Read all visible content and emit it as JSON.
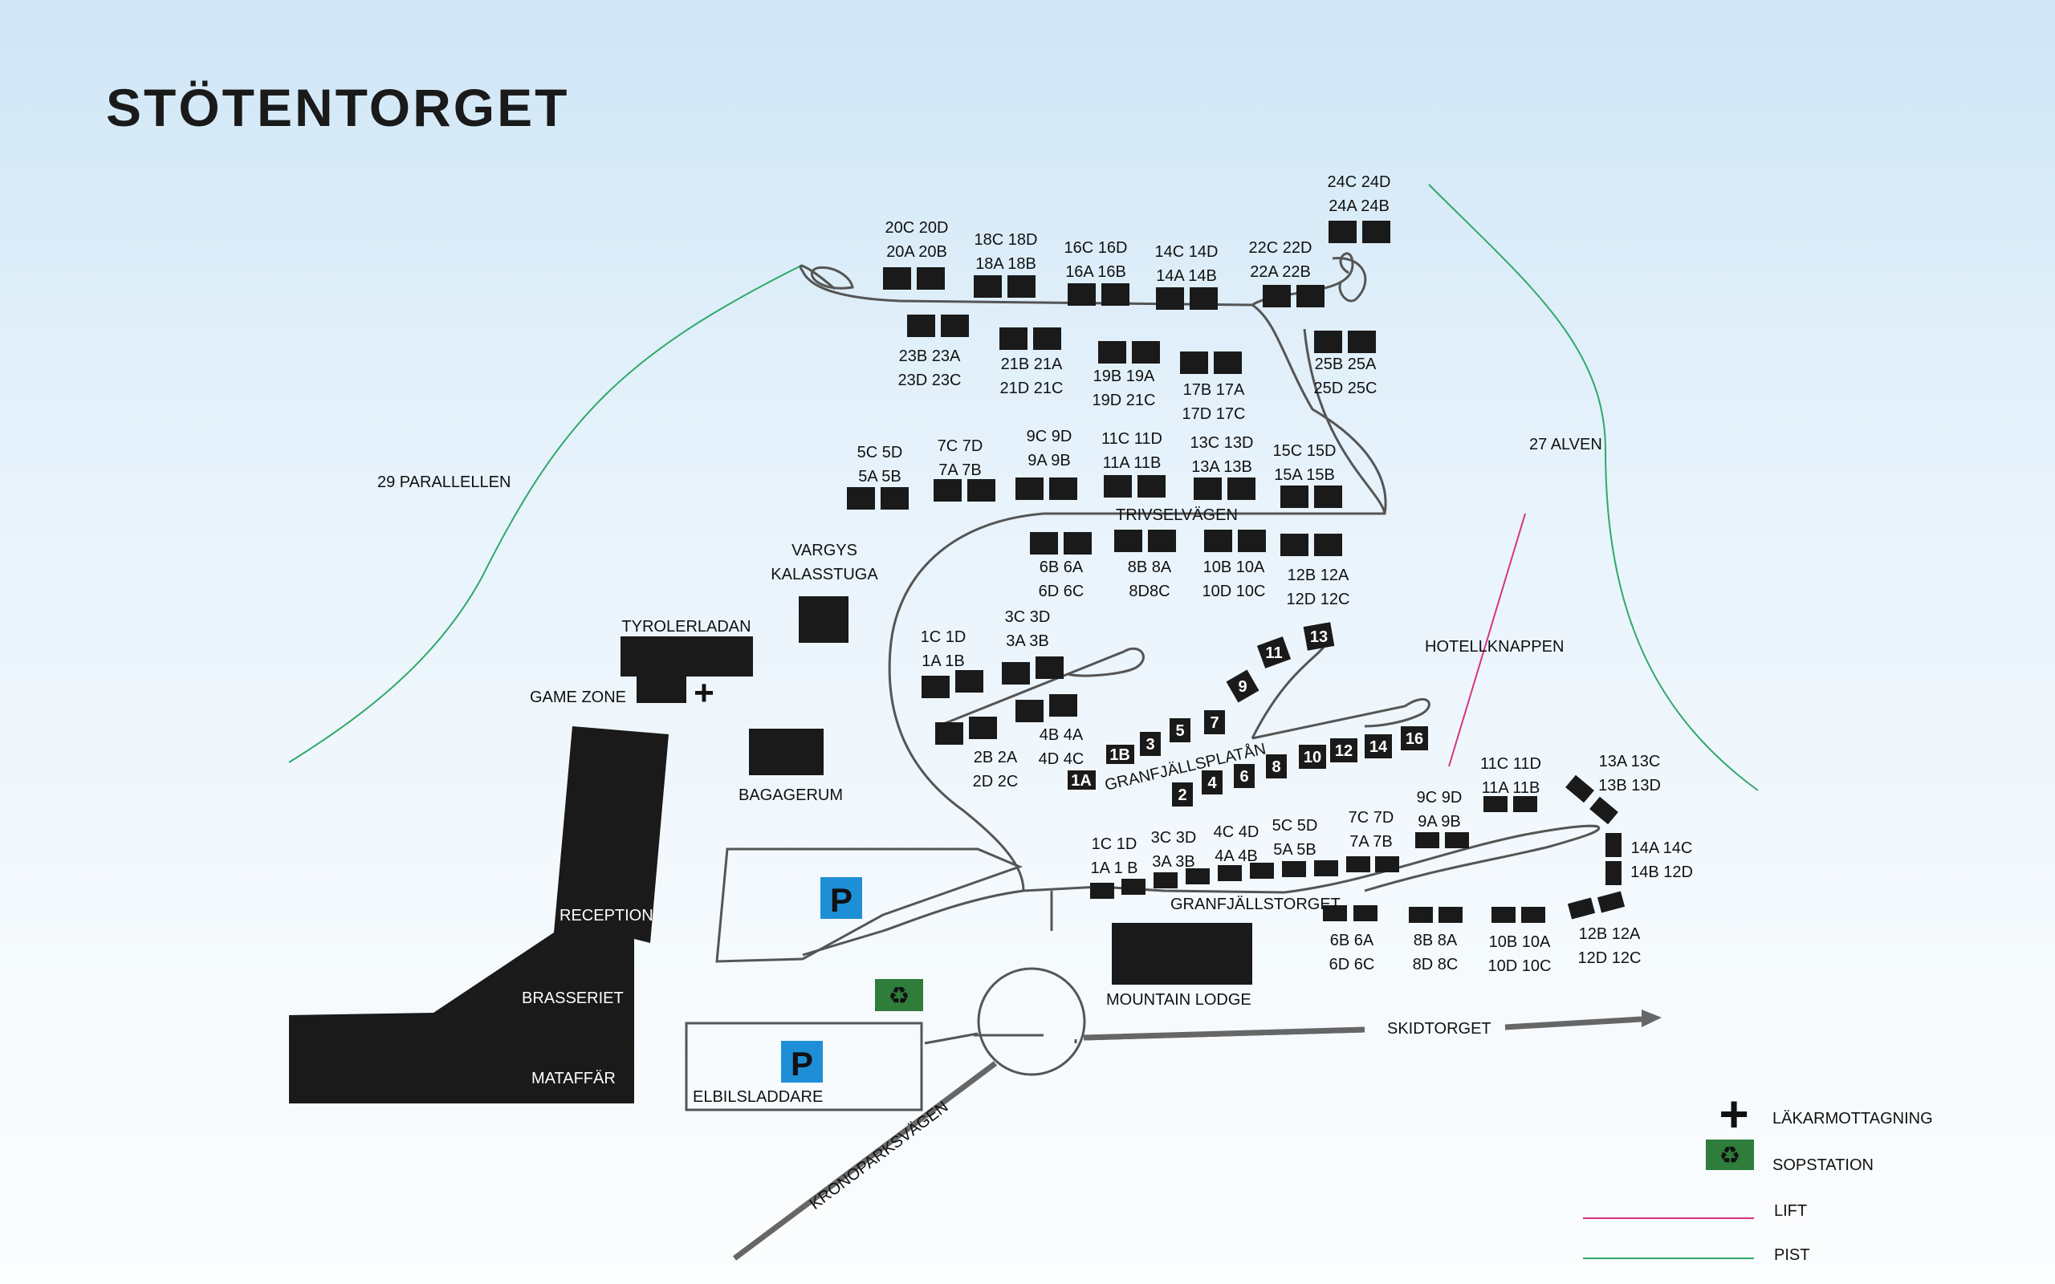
{
  "title": "STÖTENTORGET",
  "colors": {
    "lift": "#d63384",
    "piste": "#2fa86a",
    "medical": "#d7262e",
    "recycle": "#2e7d3a",
    "parking": "#1e8fd6",
    "building": "#1a1a1a"
  },
  "icons": {
    "parking": "P",
    "recycle": "♻",
    "medical": "+"
  },
  "slopes": [
    "29 PARALLELLEN",
    "27 ALVEN"
  ],
  "lift_name": "HOTELLKNAPPEN",
  "roads": {
    "trivsel": "TRIVSELVÄGEN",
    "granfjallsplatan": "GRANFJÄLLSPLATÅN",
    "granfjallstorget": "GRANFJÄLLSTORGET",
    "skidtorget": "SKIDTORGET",
    "kronopark": "KRONOPARKSVÄGEN"
  },
  "buildings": {
    "vargys1": "VARGYS",
    "vargys2": "KALASSTUGA",
    "tyrol": "TYROLERLADAN",
    "game": "GAME ZONE",
    "bagage": "BAGAGERUM",
    "reception": "RECEPTION",
    "brasseriet": "BRASSERIET",
    "mataffar": "MATAFFÄR",
    "elbil": "ELBILSLADDARE",
    "lodge": "MOUNTAIN LODGE"
  },
  "cabins_top": [
    {
      "l1": "20C 20D",
      "l2": "20A 20B"
    },
    {
      "l1": "18C 18D",
      "l2": "18A 18B"
    },
    {
      "l1": "16C 16D",
      "l2": "16A 16B"
    },
    {
      "l1": "14C 14D",
      "l2": "14A 14B"
    },
    {
      "l1": "22C 22D",
      "l2": "22A 22B"
    },
    {
      "l1": "24C 24D",
      "l2": "24A 24B"
    },
    {
      "l1": "23B 23A",
      "l2": "23D 23C"
    },
    {
      "l1": "21B 21A",
      "l2": "21D 21C"
    },
    {
      "l1": "19B 19A",
      "l2": "19D 21C"
    },
    {
      "l1": "17B 17A",
      "l2": "17D 17C"
    },
    {
      "l1": "25B 25A",
      "l2": "25D 25C"
    },
    {
      "l1": "5C 5D",
      "l2": "5A 5B"
    },
    {
      "l1": "7C 7D",
      "l2": "7A 7B"
    },
    {
      "l1": "9C 9D",
      "l2": "9A 9B"
    },
    {
      "l1": "11C 11D",
      "l2": "11A 11B"
    },
    {
      "l1": "13C 13D",
      "l2": "13A 13B"
    },
    {
      "l1": "15C 15D",
      "l2": "15A 15B"
    },
    {
      "l1": "6B 6A",
      "l2": "6D 6C"
    },
    {
      "l1": "8B 8A",
      "l2": "8D8C"
    },
    {
      "l1": "10B 10A",
      "l2": "10D 10C"
    },
    {
      "l1": "12B 12A",
      "l2": "12D 12C"
    },
    {
      "l1": "1C 1D",
      "l2": "1A 1B"
    },
    {
      "l1": "3C 3D",
      "l2": "3A 3B"
    },
    {
      "l1": "2B 2A",
      "l2": "2D 2C"
    },
    {
      "l1": "4B 4A",
      "l2": "4D 4C"
    }
  ],
  "cabins_bottom": [
    {
      "l1": "1C 1D",
      "l2": "1A 1 B"
    },
    {
      "l1": "3C 3D",
      "l2": "3A 3B"
    },
    {
      "l1": "4C 4D",
      "l2": "4A 4B"
    },
    {
      "l1": "5C 5D",
      "l2": "5A 5B"
    },
    {
      "l1": "7C 7D",
      "l2": "7A 7B"
    },
    {
      "l1": "9C 9D",
      "l2": "9A 9B"
    },
    {
      "l1": "11C 11D",
      "l2": "11A 11B"
    },
    {
      "l1": "13A 13C",
      "l2": "13B 13D"
    },
    {
      "l1": "14A 14C",
      "l2": "14B 12D"
    },
    {
      "l1": "6B 6A",
      "l2": "6D 6C"
    },
    {
      "l1": "8B 8A",
      "l2": "8D 8C"
    },
    {
      "l1": "10B 10A",
      "l2": "10D 10C"
    },
    {
      "l1": "12B 12A",
      "l2": "12D 12C"
    }
  ],
  "plots": [
    "1A",
    "1B",
    "2",
    "3",
    "4",
    "5",
    "6",
    "7",
    "8",
    "9",
    "10",
    "11",
    "12",
    "13",
    "14",
    "16"
  ],
  "legend": [
    {
      "label": "LÄKARMOTTAGNING"
    },
    {
      "label": "SOPSTATION"
    },
    {
      "label": "LIFT"
    },
    {
      "label": "PIST"
    }
  ]
}
